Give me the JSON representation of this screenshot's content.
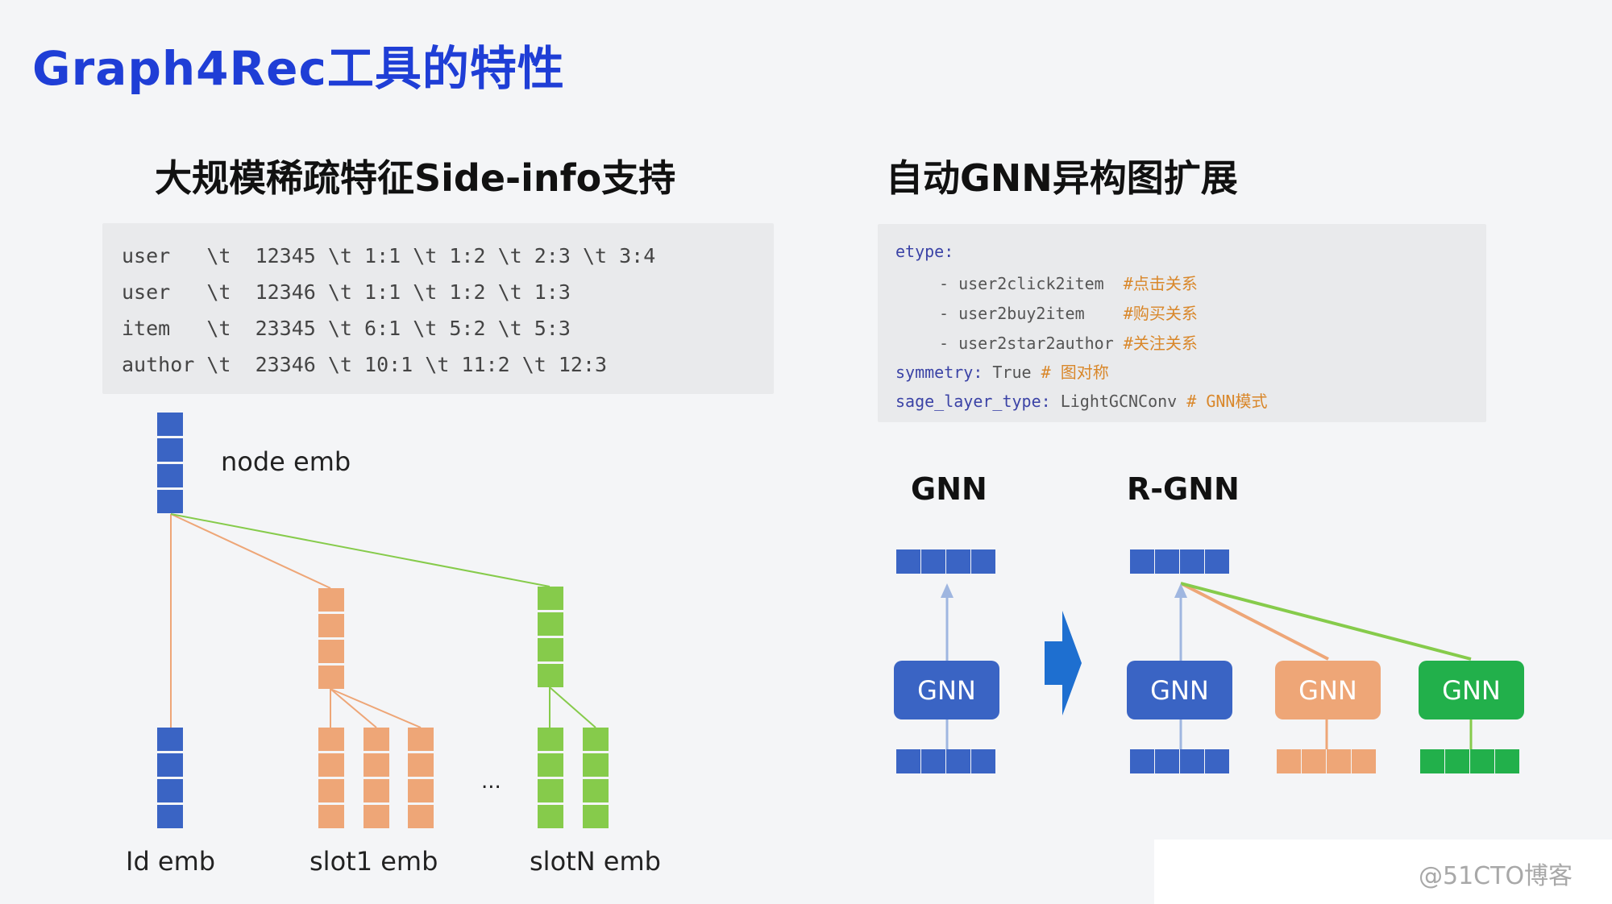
{
  "title": "Graph4Rec工具的特性",
  "left": {
    "heading": "大规模稀疏特征Side-info支持",
    "code_lines": [
      "user   \\t  12345 \\t 1:1 \\t 1:2 \\t 2:3 \\t 3:4",
      "user   \\t  12346 \\t 1:1 \\t 1:2 \\t 1:3",
      "item   \\t  23345 \\t 6:1 \\t 5:2 \\t 5:3",
      "author \\t  23346 \\t 10:1 \\t 11:2 \\t 12:3"
    ],
    "node_emb_label": "node emb",
    "id_emb_label": "Id emb",
    "slot1_emb_label": "slot1 emb",
    "slotn_emb_label": "slotN emb",
    "ellipsis": "...",
    "colors": {
      "blue": "#3a64c4",
      "orange": "#eea677",
      "green": "#86cb4b"
    }
  },
  "right": {
    "heading": "自动GNN异构图扩展",
    "config": {
      "etype_key": "etype:",
      "etype_items": [
        {
          "value": "- user2click2item  ",
          "comment": "#点击关系"
        },
        {
          "value": "- user2buy2item    ",
          "comment": "#购买关系"
        },
        {
          "value": "- user2star2author ",
          "comment": "#关注关系"
        }
      ],
      "symmetry_key": "symmetry:",
      "symmetry_value": " True ",
      "symmetry_comment": "# 图对称",
      "sage_key": "sage_layer_type:",
      "sage_value": " LightGCNConv ",
      "sage_comment": "# GNN模式"
    },
    "gnn_heading": "GNN",
    "rgnn_heading": "R-GNN",
    "box_label": "GNN",
    "colors": {
      "blue": "#3a64c4",
      "orange": "#eea677",
      "green": "#22b04b",
      "arrow": "#1e6fd0"
    }
  },
  "watermark": "@51CTO博客"
}
